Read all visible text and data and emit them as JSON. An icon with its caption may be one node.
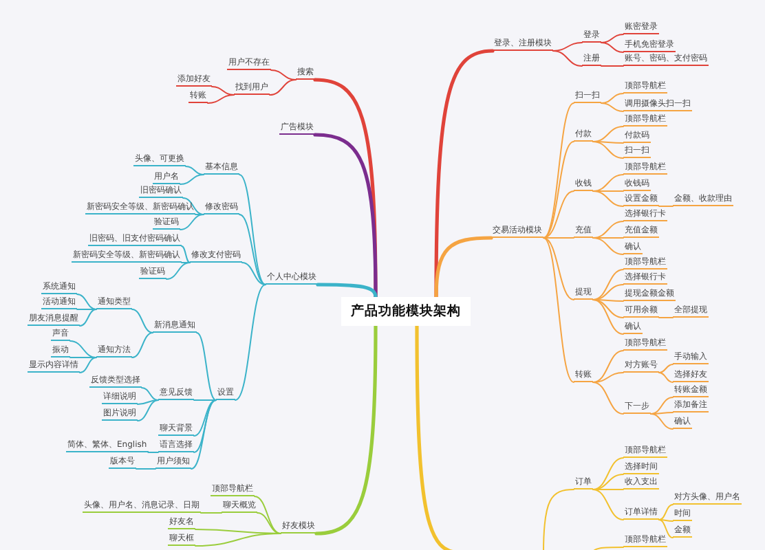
{
  "diagram": {
    "nodes": [
      {
        "text": [
          "产品功能模块架构"
        ]
      },
      {
        "text": [
          "登录、注册模块"
        ]
      },
      {
        "text": [
          "登录"
        ]
      },
      {
        "text": [
          "账密登录"
        ]
      },
      {
        "text": [
          "手机免密登录"
        ]
      },
      {
        "text": [
          "注册"
        ]
      },
      {
        "text": [
          "账号、密码、支付密码"
        ]
      },
      {
        "text": [
          "交易活动模块"
        ]
      },
      {
        "text": [
          "扫一扫"
        ]
      },
      {
        "text": [
          "顶部导航栏"
        ]
      },
      {
        "text": [
          "调用摄像头扫一扫"
        ]
      },
      {
        "text": [
          "付款"
        ]
      },
      {
        "text": [
          "顶部导航栏"
        ]
      },
      {
        "text": [
          "付款码"
        ]
      },
      {
        "text": [
          "扫一扫"
        ]
      },
      {
        "text": [
          "收钱"
        ]
      },
      {
        "text": [
          "顶部导航栏"
        ]
      },
      {
        "text": [
          "收钱码"
        ]
      },
      {
        "text": [
          "设置金额"
        ]
      },
      {
        "text": [
          "金额、收款理由"
        ]
      },
      {
        "text": [
          "充值"
        ]
      },
      {
        "text": [
          "选择银行卡"
        ]
      },
      {
        "text": [
          "充值金额"
        ]
      },
      {
        "text": [
          "确认"
        ]
      },
      {
        "text": [
          "提现"
        ]
      },
      {
        "text": [
          "顶部导航栏"
        ]
      },
      {
        "text": [
          "选择银行卡"
        ]
      },
      {
        "text": [
          "提现金额金额"
        ]
      },
      {
        "text": [
          "可用余额"
        ]
      },
      {
        "text": [
          "全部提现"
        ]
      },
      {
        "text": [
          "确认"
        ]
      },
      {
        "text": [
          "转账"
        ]
      },
      {
        "text": [
          "顶部导航栏"
        ]
      },
      {
        "text": [
          "对方账号"
        ]
      },
      {
        "text": [
          "手动输入"
        ]
      },
      {
        "text": [
          "选择好友"
        ]
      },
      {
        "text": [
          "下一步"
        ]
      },
      {
        "text": [
          "转账金额"
        ]
      },
      {
        "text": [
          "添加备注"
        ]
      },
      {
        "text": [
          "确认"
        ]
      },
      {
        "text": [
          "订单"
        ]
      },
      {
        "text": [
          "顶部导航栏"
        ]
      },
      {
        "text": [
          "选择时间"
        ]
      },
      {
        "text": [
          "收入支出"
        ]
      },
      {
        "text": [
          "订单详情"
        ]
      },
      {
        "text": [
          "对方头像、用户名"
        ]
      },
      {
        "text": [
          "时间"
        ]
      },
      {
        "text": [
          "金额"
        ]
      },
      {
        "text": [
          "顶部导航栏"
        ]
      },
      {
        "text": [
          "搜索"
        ]
      },
      {
        "text": [
          "用户不存在"
        ]
      },
      {
        "text": [
          "找到用户"
        ]
      },
      {
        "text": [
          "添加好友"
        ]
      },
      {
        "text": [
          "转账"
        ]
      },
      {
        "text": [
          "广告模块"
        ]
      },
      {
        "text": [
          "个人中心模块"
        ]
      },
      {
        "text": [
          "基本信息"
        ]
      },
      {
        "text": [
          "头像、可更换"
        ]
      },
      {
        "text": [
          "用户名"
        ]
      },
      {
        "text": [
          "修改密码"
        ]
      },
      {
        "text": [
          "旧密码确认"
        ]
      },
      {
        "text": [
          "新密码安全等级、新密码确认"
        ]
      },
      {
        "text": [
          "验证码"
        ]
      },
      {
        "text": [
          "修改支付密码"
        ]
      },
      {
        "text": [
          "旧密码、旧支付密码确认"
        ]
      },
      {
        "text": [
          "新密码安全等级、新密码确认"
        ]
      },
      {
        "text": [
          "验证码"
        ]
      },
      {
        "text": [
          "设置"
        ]
      },
      {
        "text": [
          "新消息通知"
        ]
      },
      {
        "text": [
          "通知类型"
        ]
      },
      {
        "text": [
          "系统通知"
        ]
      },
      {
        "text": [
          "活动通知"
        ]
      },
      {
        "text": [
          "朋友消息提醒"
        ]
      },
      {
        "text": [
          "通知方法"
        ]
      },
      {
        "text": [
          "声音"
        ]
      },
      {
        "text": [
          "振动"
        ]
      },
      {
        "text": [
          "显示内容详情"
        ]
      },
      {
        "text": [
          "意见反馈"
        ]
      },
      {
        "text": [
          "反馈类型选择"
        ]
      },
      {
        "text": [
          "详细说明"
        ]
      },
      {
        "text": [
          "图片说明"
        ]
      },
      {
        "text": [
          "聊天背景"
        ]
      },
      {
        "text": [
          "语言选择"
        ]
      },
      {
        "text": [
          "简体、繁体、English"
        ]
      },
      {
        "text": [
          "用户须知"
        ]
      },
      {
        "text": [
          "版本号"
        ]
      },
      {
        "text": [
          "好友模块"
        ]
      },
      {
        "text": [
          "顶部导航栏"
        ]
      },
      {
        "text": [
          "聊天概览"
        ]
      },
      {
        "text": [
          "头像、用户名、消息记录、日期"
        ]
      },
      {
        "text": [
          "好友名"
        ]
      },
      {
        "text": [
          "聊天框"
        ]
      }
    ],
    "edges": [
      {
        "from": 0,
        "to": 1,
        "arrow": "none",
        "style": "thick",
        "color": "#e0433a"
      },
      {
        "from": 1,
        "to": 2,
        "arrow": "none",
        "color": "#e0433a"
      },
      {
        "from": 2,
        "to": 3,
        "arrow": "none",
        "color": "#e0433a"
      },
      {
        "from": 2,
        "to": 4,
        "arrow": "none",
        "color": "#e0433a"
      },
      {
        "from": 1,
        "to": 5,
        "arrow": "none",
        "color": "#e0433a"
      },
      {
        "from": 5,
        "to": 6,
        "arrow": "none",
        "color": "#e0433a"
      },
      {
        "from": 0,
        "to": 7,
        "arrow": "none",
        "style": "thick",
        "color": "#f5a442"
      },
      {
        "from": 7,
        "to": 8,
        "arrow": "none",
        "color": "#f5a442"
      },
      {
        "from": 8,
        "to": 9,
        "arrow": "none",
        "color": "#f5a442"
      },
      {
        "from": 8,
        "to": 10,
        "arrow": "none",
        "color": "#f5a442"
      },
      {
        "from": 7,
        "to": 11,
        "arrow": "none",
        "color": "#f5a442"
      },
      {
        "from": 11,
        "to": 12,
        "arrow": "none",
        "color": "#f5a442"
      },
      {
        "from": 11,
        "to": 13,
        "arrow": "none",
        "color": "#f5a442"
      },
      {
        "from": 11,
        "to": 14,
        "arrow": "none",
        "color": "#f5a442"
      },
      {
        "from": 7,
        "to": 15,
        "arrow": "none",
        "color": "#f5a442"
      },
      {
        "from": 15,
        "to": 16,
        "arrow": "none",
        "color": "#f5a442"
      },
      {
        "from": 15,
        "to": 17,
        "arrow": "none",
        "color": "#f5a442"
      },
      {
        "from": 15,
        "to": 18,
        "arrow": "none",
        "color": "#f5a442"
      },
      {
        "from": 18,
        "to": 19,
        "arrow": "none",
        "color": "#f5a442"
      },
      {
        "from": 7,
        "to": 20,
        "arrow": "none",
        "color": "#f5a442"
      },
      {
        "from": 20,
        "to": 21,
        "arrow": "none",
        "color": "#f5a442"
      },
      {
        "from": 20,
        "to": 22,
        "arrow": "none",
        "color": "#f5a442"
      },
      {
        "from": 20,
        "to": 23,
        "arrow": "none",
        "color": "#f5a442"
      },
      {
        "from": 7,
        "to": 24,
        "arrow": "none",
        "color": "#f5a442"
      },
      {
        "from": 24,
        "to": 25,
        "arrow": "none",
        "color": "#f5a442"
      },
      {
        "from": 24,
        "to": 26,
        "arrow": "none",
        "color": "#f5a442"
      },
      {
        "from": 24,
        "to": 27,
        "arrow": "none",
        "color": "#f5a442"
      },
      {
        "from": 24,
        "to": 28,
        "arrow": "none",
        "color": "#f5a442"
      },
      {
        "from": 28,
        "to": 29,
        "arrow": "none",
        "color": "#f5a442"
      },
      {
        "from": 24,
        "to": 30,
        "arrow": "none",
        "color": "#f5a442"
      },
      {
        "from": 7,
        "to": 31,
        "arrow": "none",
        "color": "#f5a442"
      },
      {
        "from": 31,
        "to": 32,
        "arrow": "none",
        "color": "#f5a442"
      },
      {
        "from": 31,
        "to": 33,
        "arrow": "none",
        "color": "#f5a442"
      },
      {
        "from": 33,
        "to": 34,
        "arrow": "none",
        "color": "#f5a442"
      },
      {
        "from": 33,
        "to": 35,
        "arrow": "none",
        "color": "#f5a442"
      },
      {
        "from": 31,
        "to": 36,
        "arrow": "none",
        "color": "#f5a442"
      },
      {
        "from": 36,
        "to": 37,
        "arrow": "none",
        "color": "#f5a442"
      },
      {
        "from": 36,
        "to": 38,
        "arrow": "none",
        "color": "#f5a442"
      },
      {
        "from": 36,
        "to": 39,
        "arrow": "none",
        "color": "#f5a442"
      },
      {
        "from": 0,
        "to": null,
        "arrow": "none",
        "style": "thick",
        "color": "#f2c12e"
      },
      {
        "from": null,
        "to": 40,
        "arrow": "none",
        "color": "#f2c12e"
      },
      {
        "from": 40,
        "to": 41,
        "arrow": "none",
        "color": "#f2c12e"
      },
      {
        "from": 40,
        "to": 42,
        "arrow": "none",
        "color": "#f2c12e"
      },
      {
        "from": 40,
        "to": 43,
        "arrow": "none",
        "color": "#f2c12e"
      },
      {
        "from": 40,
        "to": 44,
        "arrow": "none",
        "color": "#f2c12e"
      },
      {
        "from": 44,
        "to": 45,
        "arrow": "none",
        "color": "#f2c12e"
      },
      {
        "from": 44,
        "to": 46,
        "arrow": "none",
        "color": "#f2c12e"
      },
      {
        "from": 44,
        "to": 47,
        "arrow": "none",
        "color": "#f2c12e"
      },
      {
        "from": null,
        "to": 48,
        "arrow": "none",
        "color": "#f2c12e"
      },
      {
        "from": 0,
        "to": 49,
        "arrow": "none",
        "style": "thick",
        "color": "#e0433a"
      },
      {
        "from": 49,
        "to": 50,
        "arrow": "none",
        "color": "#e0433a"
      },
      {
        "from": 49,
        "to": 51,
        "arrow": "none",
        "color": "#e0433a"
      },
      {
        "from": 51,
        "to": 52,
        "arrow": "none",
        "color": "#e0433a"
      },
      {
        "from": 51,
        "to": 53,
        "arrow": "none",
        "color": "#e0433a"
      },
      {
        "from": 0,
        "to": 54,
        "arrow": "none",
        "style": "thick",
        "color": "#7b2d8e"
      },
      {
        "from": 0,
        "to": 55,
        "arrow": "none",
        "style": "thick",
        "color": "#3bb3c9"
      },
      {
        "from": 55,
        "to": 56,
        "arrow": "none",
        "color": "#3bb3c9"
      },
      {
        "from": 56,
        "to": 57,
        "arrow": "none",
        "color": "#3bb3c9"
      },
      {
        "from": 56,
        "to": 58,
        "arrow": "none",
        "color": "#3bb3c9"
      },
      {
        "from": 55,
        "to": 59,
        "arrow": "none",
        "color": "#3bb3c9"
      },
      {
        "from": 59,
        "to": 60,
        "arrow": "none",
        "color": "#3bb3c9"
      },
      {
        "from": 59,
        "to": 61,
        "arrow": "none",
        "color": "#3bb3c9"
      },
      {
        "from": 59,
        "to": 62,
        "arrow": "none",
        "color": "#3bb3c9"
      },
      {
        "from": 55,
        "to": 63,
        "arrow": "none",
        "color": "#3bb3c9"
      },
      {
        "from": 63,
        "to": 64,
        "arrow": "none",
        "color": "#3bb3c9"
      },
      {
        "from": 63,
        "to": 65,
        "arrow": "none",
        "color": "#3bb3c9"
      },
      {
        "from": 63,
        "to": 66,
        "arrow": "none",
        "color": "#3bb3c9"
      },
      {
        "from": 55,
        "to": 67,
        "arrow": "none",
        "color": "#3bb3c9"
      },
      {
        "from": 67,
        "to": 68,
        "arrow": "none",
        "color": "#3bb3c9"
      },
      {
        "from": 68,
        "to": 69,
        "arrow": "none",
        "color": "#3bb3c9"
      },
      {
        "from": 69,
        "to": 70,
        "arrow": "none",
        "color": "#3bb3c9"
      },
      {
        "from": 69,
        "to": 71,
        "arrow": "none",
        "color": "#3bb3c9"
      },
      {
        "from": 69,
        "to": 72,
        "arrow": "none",
        "color": "#3bb3c9"
      },
      {
        "from": 68,
        "to": 73,
        "arrow": "none",
        "color": "#3bb3c9"
      },
      {
        "from": 73,
        "to": 74,
        "arrow": "none",
        "color": "#3bb3c9"
      },
      {
        "from": 73,
        "to": 75,
        "arrow": "none",
        "color": "#3bb3c9"
      },
      {
        "from": 73,
        "to": 76,
        "arrow": "none",
        "color": "#3bb3c9"
      },
      {
        "from": 67,
        "to": 77,
        "arrow": "none",
        "color": "#3bb3c9"
      },
      {
        "from": 77,
        "to": 78,
        "arrow": "none",
        "color": "#3bb3c9"
      },
      {
        "from": 77,
        "to": 79,
        "arrow": "none",
        "color": "#3bb3c9"
      },
      {
        "from": 77,
        "to": 80,
        "arrow": "none",
        "color": "#3bb3c9"
      },
      {
        "from": 67,
        "to": 81,
        "arrow": "none",
        "color": "#3bb3c9"
      },
      {
        "from": 67,
        "to": 82,
        "arrow": "none",
        "color": "#3bb3c9"
      },
      {
        "from": 82,
        "to": 83,
        "arrow": "none",
        "color": "#3bb3c9"
      },
      {
        "from": 67,
        "to": 84,
        "arrow": "none",
        "color": "#3bb3c9"
      },
      {
        "from": 84,
        "to": 85,
        "arrow": "none",
        "color": "#3bb3c9"
      },
      {
        "from": 0,
        "to": 86,
        "arrow": "none",
        "style": "thick",
        "color": "#9acd3c"
      },
      {
        "from": 86,
        "to": 87,
        "arrow": "none",
        "color": "#9acd3c"
      },
      {
        "from": 86,
        "to": 88,
        "arrow": "none",
        "color": "#9acd3c"
      },
      {
        "from": 88,
        "to": 89,
        "arrow": "none",
        "color": "#9acd3c"
      },
      {
        "from": 86,
        "to": 90,
        "arrow": "none",
        "color": "#9acd3c"
      },
      {
        "from": 86,
        "to": 91,
        "arrow": "none",
        "color": "#9acd3c"
      }
    ]
  }
}
